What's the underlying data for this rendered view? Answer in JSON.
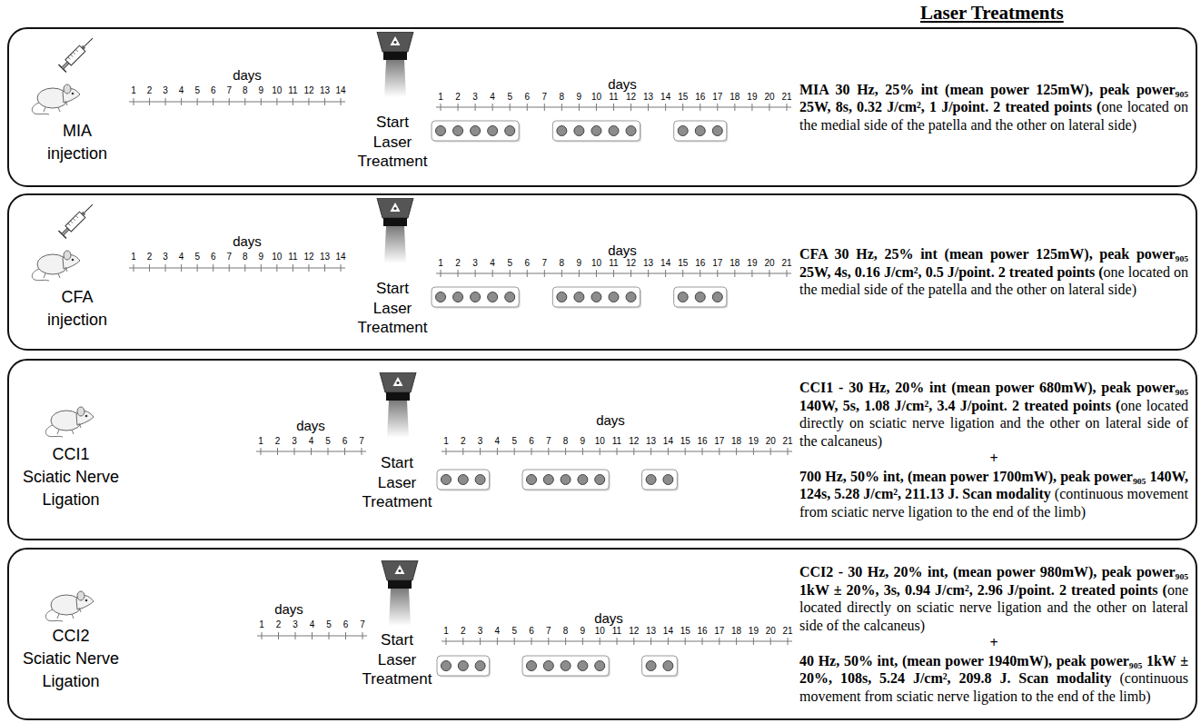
{
  "diagram": {
    "title": "Laser Treatments",
    "nodes": [
      {
        "text": [
          "MIA injection",
          "days",
          "Start Laser Treatment",
          "days",
          "MIA 30 Hz, 25% int (mean power 125mW), peak power₉₀₅ 25W, 8s, 0.32 J/cm², 1 J/point. 2 treated points (",
          "one located on the medial side of the patella and the other on lateral side)"
        ]
      },
      {
        "text": [
          "CFA injection",
          "days",
          "Start Laser Treatment",
          "days",
          "CFA 30 Hz, 25% int (mean power 125mW), peak power₉₀₅ 25W, 4s, 0.16 J/cm², 0.5 J/point. 2 treated points (",
          "one located on the medial side of the patella and the other on lateral side)"
        ]
      },
      {
        "text": [
          "CCI1",
          "Sciatic Nerve Ligation",
          "days",
          "Start Laser Treatment",
          "days",
          "CCI1 - 30 Hz, 20% int (mean power 680mW), peak power₉₀₅ 140W, 5s, 1.08 J/cm², 3.4 J/point. 2 treated points (",
          "one located directly on sciatic nerve ligation and the other on lateral side of the calcaneus)",
          "+",
          "700 Hz, 50% int, (mean power 1700mW), peak power₉₀₅ 140W, 124s, 5.28 J/cm², 211.13 J. Scan modality",
          "(continuous movement from sciatic nerve ligation to the end of the limb)"
        ]
      },
      {
        "text": [
          "CCI2",
          "Sciatic Nerve Ligation",
          "days",
          "Start Laser Treatment",
          "days",
          "CCI2 - 30 Hz, 20% int, (mean power 980mW), peak power₉₀₅ 1kW ± 20%, 3s, 0.94 J/cm², 2.96 J/point. 2 treated points (",
          "one located directly on sciatic nerve ligation and the other on lateral side of the calcaneus)",
          "+",
          "40 Hz, 50% int, (mean power 1940mW), peak power₉₀₅ 1kW ± 20%, 108s, 5.24 J/cm², 209.8 J. Scan modality",
          "(continuous movement from sciatic nerve ligation to the end of the limb)"
        ]
      }
    ],
    "labels": [
      "1",
      "2",
      "3",
      "4",
      "5",
      "6",
      "7",
      "8",
      "9",
      "10",
      "11",
      "12",
      "13",
      "14",
      "1",
      "2",
      "3",
      "4",
      "5",
      "6",
      "7",
      "8",
      "9",
      "10",
      "11",
      "12",
      "13",
      "14",
      "15",
      "16",
      "17",
      "18",
      "19",
      "20",
      "21",
      "1",
      "2",
      "3",
      "4",
      "5",
      "6",
      "7",
      "8",
      "9",
      "10",
      "11",
      "12",
      "13",
      "14",
      "1",
      "2",
      "3",
      "4",
      "5",
      "6",
      "7",
      "8",
      "9",
      "10",
      "11",
      "12",
      "13",
      "14",
      "15",
      "16",
      "17",
      "18",
      "19",
      "20",
      "21",
      "1",
      "2",
      "3",
      "4",
      "5",
      "6",
      "7",
      "1",
      "2",
      "3",
      "4",
      "5",
      "6",
      "7",
      "8",
      "9",
      "10",
      "11",
      "12",
      "13",
      "14",
      "15",
      "16",
      "17",
      "18",
      "19",
      "20",
      "21",
      "1",
      "2",
      "3",
      "4",
      "5",
      "6",
      "7",
      "1",
      "2",
      "3",
      "4",
      "5",
      "6",
      "7",
      "8",
      "9",
      "10",
      "11",
      "12",
      "13",
      "14",
      "15",
      "16",
      "17",
      "18",
      "19",
      "20",
      "21"
    ]
  }
}
